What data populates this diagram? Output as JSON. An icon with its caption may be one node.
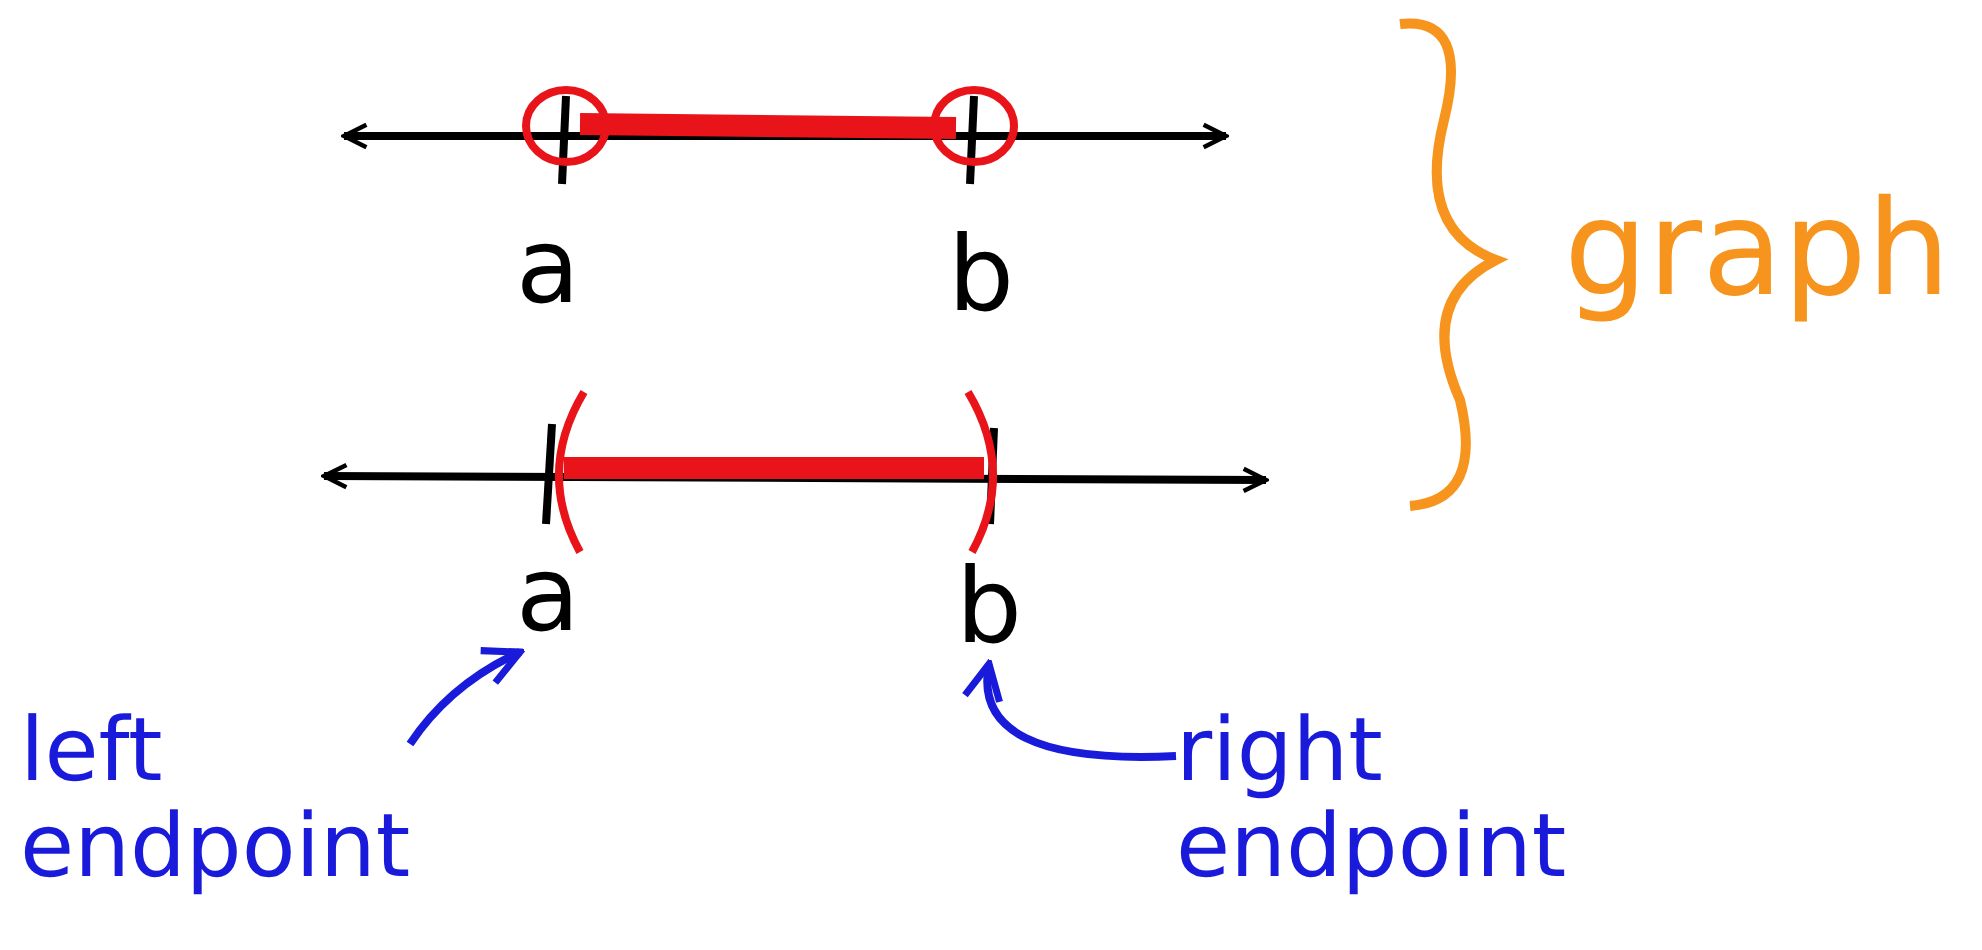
{
  "diagram": {
    "nodes": [
      {
        "text": [
          "a"
        ]
      },
      {
        "text": [
          "b"
        ]
      },
      {
        "text": [
          "left endpoint"
        ]
      },
      {
        "text": [
          "right endpoint"
        ]
      }
    ],
    "edges": [
      {
        "from": 2,
        "to": 0,
        "arrow": "to"
      },
      {
        "from": 3,
        "to": 1,
        "arrow": "to"
      }
    ],
    "labels": [
      "a",
      "b",
      "graph"
    ]
  }
}
